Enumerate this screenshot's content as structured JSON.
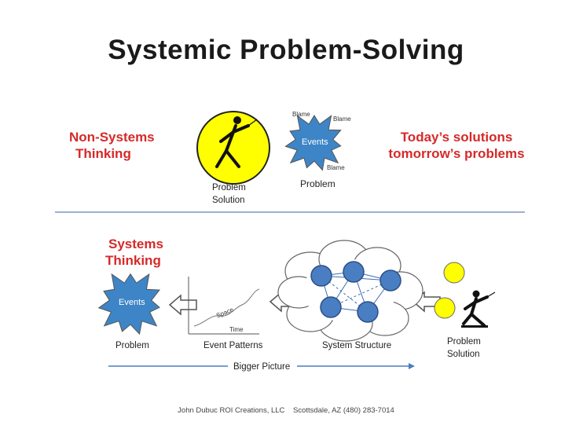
{
  "title": "Systemic Problem-Solving",
  "top": {
    "left_label": [
      "Non-Systems",
      "Thinking"
    ],
    "right_label": [
      "Today’s solutions",
      "tomorrow’s problems"
    ],
    "blame": [
      "Blame",
      "Blame",
      "Blame"
    ],
    "events": "Events",
    "problem": "Problem",
    "problem_solution": [
      "Problem",
      "Solution"
    ]
  },
  "bottom": {
    "systems_label": [
      "Systems",
      "Thinking"
    ],
    "events": "Events",
    "problem": "Problem",
    "event_patterns": "Event Patterns",
    "axis_space": "Space",
    "axis_time": "Time",
    "system_structure": "System Structure",
    "problem_solution": [
      "Problem",
      "Solution"
    ],
    "bigger_picture": "Bigger Picture"
  },
  "footer": "John Dubuc ROI Creations, LLC    Scottsdale, AZ (480) 283-7014",
  "colors": {
    "title": "#1a1a1a",
    "accent_red": "#d62929",
    "starburst": "#3d85c6",
    "node": "#4a7ec2",
    "sun": "#ffff00",
    "divider": "#7b96c4"
  }
}
